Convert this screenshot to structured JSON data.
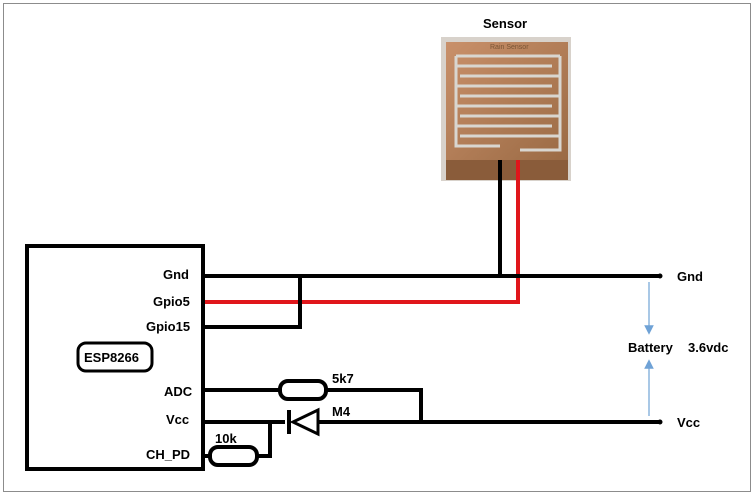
{
  "sensor": {
    "title": "Sensor",
    "board_text": "Rain Sensor"
  },
  "module": {
    "name": "ESP8266",
    "pins": [
      "Gnd",
      "Gpio5",
      "Gpio15",
      "ADC",
      "Vcc",
      "CH_PD"
    ]
  },
  "components": {
    "resistor_adc": "5k7",
    "diode": "M4",
    "resistor_chpd": "10k"
  },
  "supply": {
    "gnd_label": "Gnd",
    "vcc_label": "Vcc",
    "battery_label": "Battery",
    "battery_voltage": "3.6vdc"
  },
  "colors": {
    "wire": "#000000",
    "signal_wire": "#e0161b",
    "arrow": "#6fa2d6",
    "pcb": "#b07a4c"
  }
}
